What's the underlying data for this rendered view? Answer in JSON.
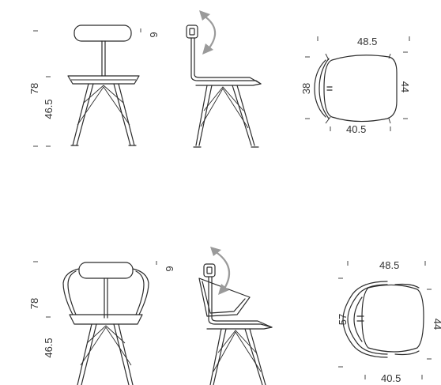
{
  "colors": {
    "line": "#2b2b2b",
    "arrow": "#9a9a9a",
    "text": "#333333",
    "background": "#ffffff"
  },
  "chair": {
    "front": {
      "height_total": "78",
      "height_seat": "46.5"
    },
    "side": {
      "headrest_adjust": "6"
    },
    "top": {
      "width_top": "48.5",
      "depth_left": "38",
      "depth_right": "44",
      "width_bottom": "40.5"
    }
  },
  "armchair": {
    "front": {
      "height_total": "78",
      "height_seat": "46.5"
    },
    "side": {
      "headrest_adjust": "6"
    },
    "top": {
      "width_top": "48.5",
      "depth_left": "57",
      "depth_right": "44",
      "width_bottom": "40.5"
    }
  }
}
